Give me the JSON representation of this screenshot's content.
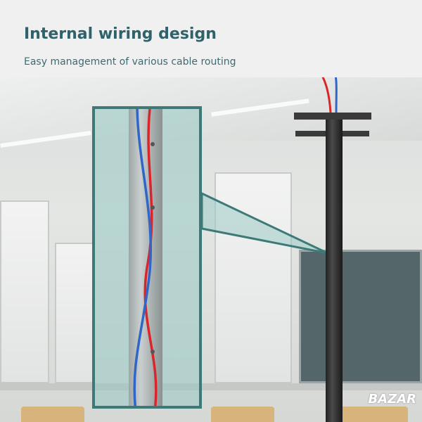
{
  "header": {
    "title": "Internal wiring design",
    "subtitle": "Easy management of various cable routing"
  },
  "watermark": "BAZAR",
  "colors": {
    "accent": "#3d7a77",
    "title": "#2f626a",
    "red_wire": "#d8262a",
    "blue_wire": "#2f66c7"
  }
}
